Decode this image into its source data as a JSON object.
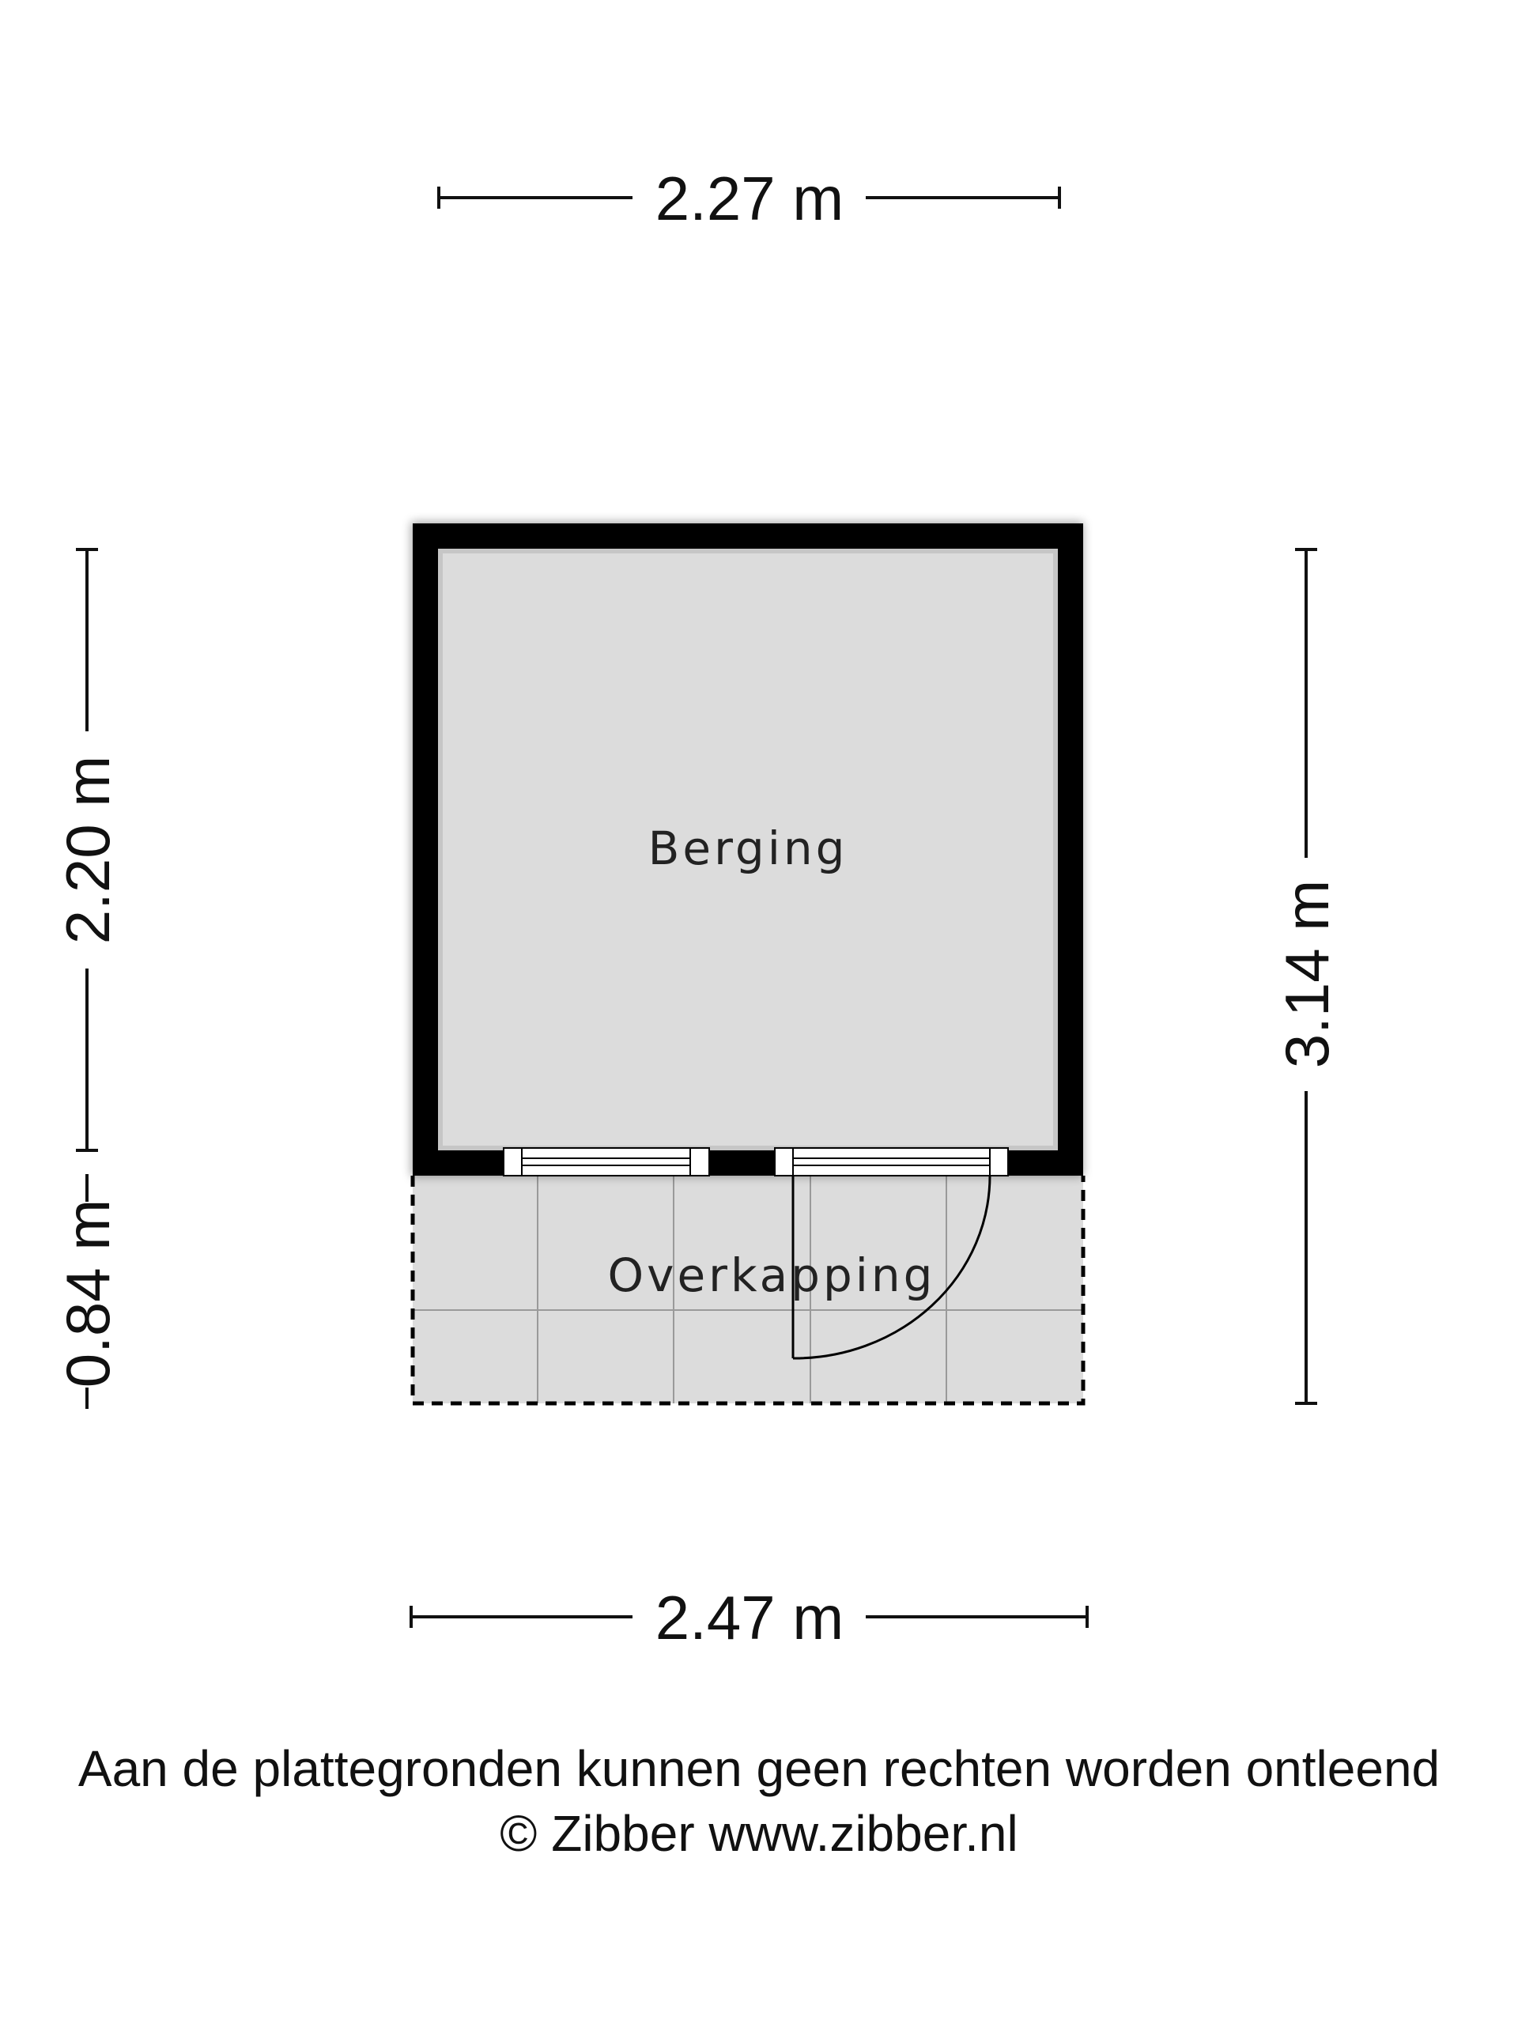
{
  "dimensions": {
    "top_width": "2.27 m",
    "bottom_width": "2.47 m",
    "left_upper": "2.20 m",
    "left_lower": "0.84 m",
    "right_total": "3.14 m"
  },
  "rooms": {
    "main": "Berging",
    "covered": "Overkapping"
  },
  "footer": {
    "disclaimer": "Aan de plattegronden kunnen geen rechten worden ontleend",
    "copyright": "© Zibber www.zibber.nl"
  },
  "colors": {
    "wall": "#000000",
    "floor": "#dcdcdc",
    "covered_floor": "#dcdcdc",
    "line": "#111111"
  }
}
